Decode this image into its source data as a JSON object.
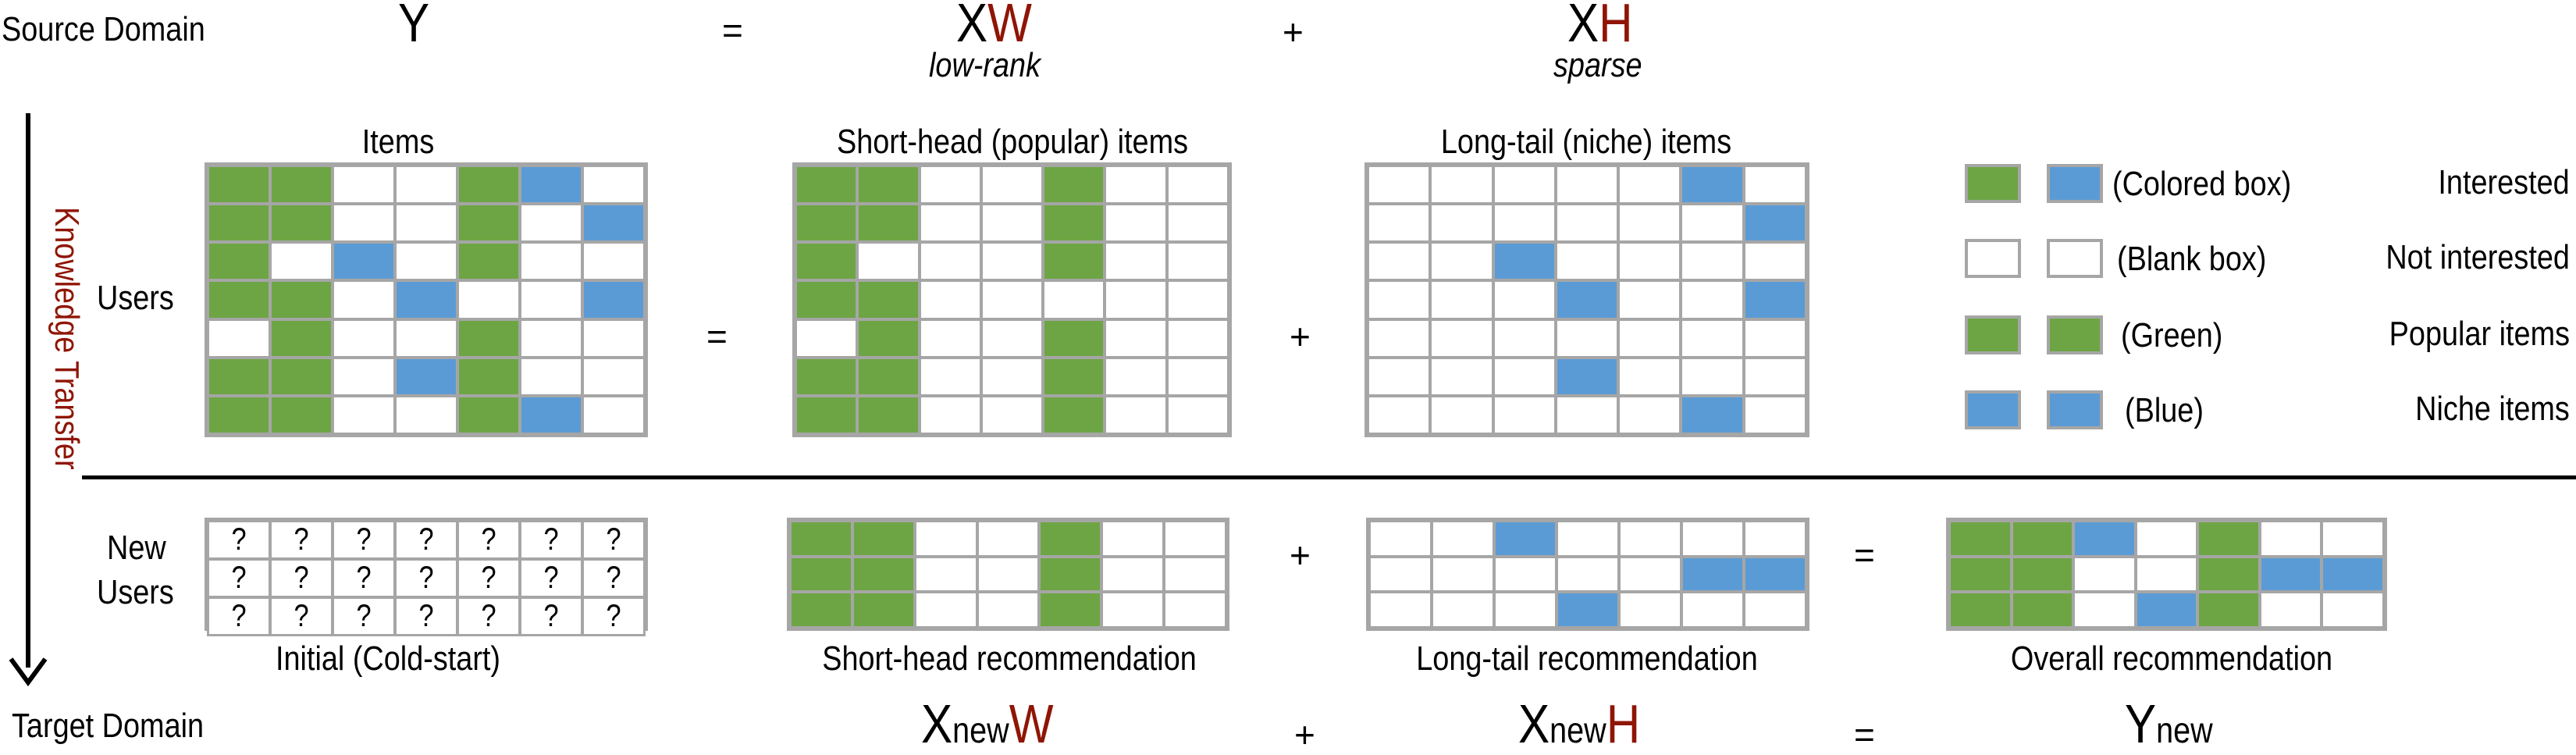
{
  "header": {
    "source_domain": "Source Domain",
    "Y": "Y",
    "eq": "=",
    "XW_X": "X",
    "XW_W": "W",
    "low_rank": "low-rank",
    "plus": "+",
    "XH_X": "X",
    "XH_H": "H",
    "sparse": "sparse"
  },
  "source": {
    "items_label": "Items",
    "users_label": "Users",
    "eq": "=",
    "plus": "+",
    "short_head_title": "Short-head (popular) items",
    "long_tail_title": "Long-tail (niche) items",
    "matrices": {
      "Y": [
        [
          "G",
          "G",
          "W",
          "W",
          "G",
          "B",
          "W"
        ],
        [
          "G",
          "G",
          "W",
          "W",
          "G",
          "W",
          "B"
        ],
        [
          "G",
          "W",
          "B",
          "W",
          "G",
          "W",
          "W"
        ],
        [
          "G",
          "G",
          "W",
          "B",
          "W",
          "W",
          "B"
        ],
        [
          "W",
          "G",
          "W",
          "W",
          "G",
          "W",
          "W"
        ],
        [
          "G",
          "G",
          "W",
          "B",
          "G",
          "W",
          "W"
        ],
        [
          "G",
          "G",
          "W",
          "W",
          "G",
          "B",
          "W"
        ]
      ],
      "short_head": [
        [
          "G",
          "G",
          "W",
          "W",
          "G",
          "W",
          "W"
        ],
        [
          "G",
          "G",
          "W",
          "W",
          "G",
          "W",
          "W"
        ],
        [
          "G",
          "W",
          "W",
          "W",
          "G",
          "W",
          "W"
        ],
        [
          "G",
          "G",
          "W",
          "W",
          "W",
          "W",
          "W"
        ],
        [
          "W",
          "G",
          "W",
          "W",
          "G",
          "W",
          "W"
        ],
        [
          "G",
          "G",
          "W",
          "W",
          "G",
          "W",
          "W"
        ],
        [
          "G",
          "G",
          "W",
          "W",
          "G",
          "W",
          "W"
        ]
      ],
      "long_tail": [
        [
          "W",
          "W",
          "W",
          "W",
          "W",
          "B",
          "W"
        ],
        [
          "W",
          "W",
          "W",
          "W",
          "W",
          "W",
          "B"
        ],
        [
          "W",
          "W",
          "B",
          "W",
          "W",
          "W",
          "W"
        ],
        [
          "W",
          "W",
          "W",
          "B",
          "W",
          "W",
          "B"
        ],
        [
          "W",
          "W",
          "W",
          "W",
          "W",
          "W",
          "W"
        ],
        [
          "W",
          "W",
          "W",
          "B",
          "W",
          "W",
          "W"
        ],
        [
          "W",
          "W",
          "W",
          "W",
          "W",
          "B",
          "W"
        ]
      ]
    }
  },
  "legend": [
    {
      "boxes": [
        "G",
        "B"
      ],
      "label": "(Colored box)",
      "meaning": "Interested"
    },
    {
      "boxes": [
        "W",
        "W"
      ],
      "label": "(Blank box)",
      "meaning": "Not interested"
    },
    {
      "boxes": [
        "G",
        "G"
      ],
      "label": "(Green)",
      "meaning": "Popular items"
    },
    {
      "boxes": [
        "B",
        "B"
      ],
      "label": "(Blue)",
      "meaning": "Niche items"
    }
  ],
  "side": {
    "knowledge_transfer": "Knowledge Transfer"
  },
  "target": {
    "new_label": "New",
    "users_label": "Users",
    "plus": "+",
    "eq": "=",
    "cold_start_label": "Initial (Cold-start)",
    "short_head_rec_label": "Short-head recommendation",
    "long_tail_rec_label": "Long-tail recommendation",
    "overall_rec_label": "Overall recommendation",
    "question_mark": "?",
    "matrices": {
      "cold_start": [
        [
          "Q",
          "Q",
          "Q",
          "Q",
          "Q",
          "Q",
          "Q"
        ],
        [
          "Q",
          "Q",
          "Q",
          "Q",
          "Q",
          "Q",
          "Q"
        ],
        [
          "Q",
          "Q",
          "Q",
          "Q",
          "Q",
          "Q",
          "Q"
        ]
      ],
      "short_head_rec": [
        [
          "G",
          "G",
          "W",
          "W",
          "G",
          "W",
          "W"
        ],
        [
          "G",
          "G",
          "W",
          "W",
          "G",
          "W",
          "W"
        ],
        [
          "G",
          "G",
          "W",
          "W",
          "G",
          "W",
          "W"
        ]
      ],
      "long_tail_rec": [
        [
          "W",
          "W",
          "B",
          "W",
          "W",
          "W",
          "W"
        ],
        [
          "W",
          "W",
          "W",
          "W",
          "W",
          "B",
          "B"
        ],
        [
          "W",
          "W",
          "W",
          "B",
          "W",
          "W",
          "W"
        ]
      ],
      "overall_rec": [
        [
          "G",
          "G",
          "B",
          "W",
          "G",
          "W",
          "W"
        ],
        [
          "G",
          "G",
          "W",
          "W",
          "G",
          "B",
          "B"
        ],
        [
          "G",
          "G",
          "W",
          "B",
          "G",
          "W",
          "W"
        ]
      ]
    }
  },
  "footer": {
    "target_domain": "Target Domain",
    "X1": "X",
    "new1": "new",
    "W": "W",
    "plus": "+",
    "X2": "X",
    "new2": "new",
    "H": "H",
    "eq": "=",
    "Y": "Y",
    "new3": "new"
  },
  "colors": {
    "green": "#6da544",
    "blue": "#5b9bd5",
    "border": "#a6a6a6",
    "accent_red": "#8f1505"
  }
}
